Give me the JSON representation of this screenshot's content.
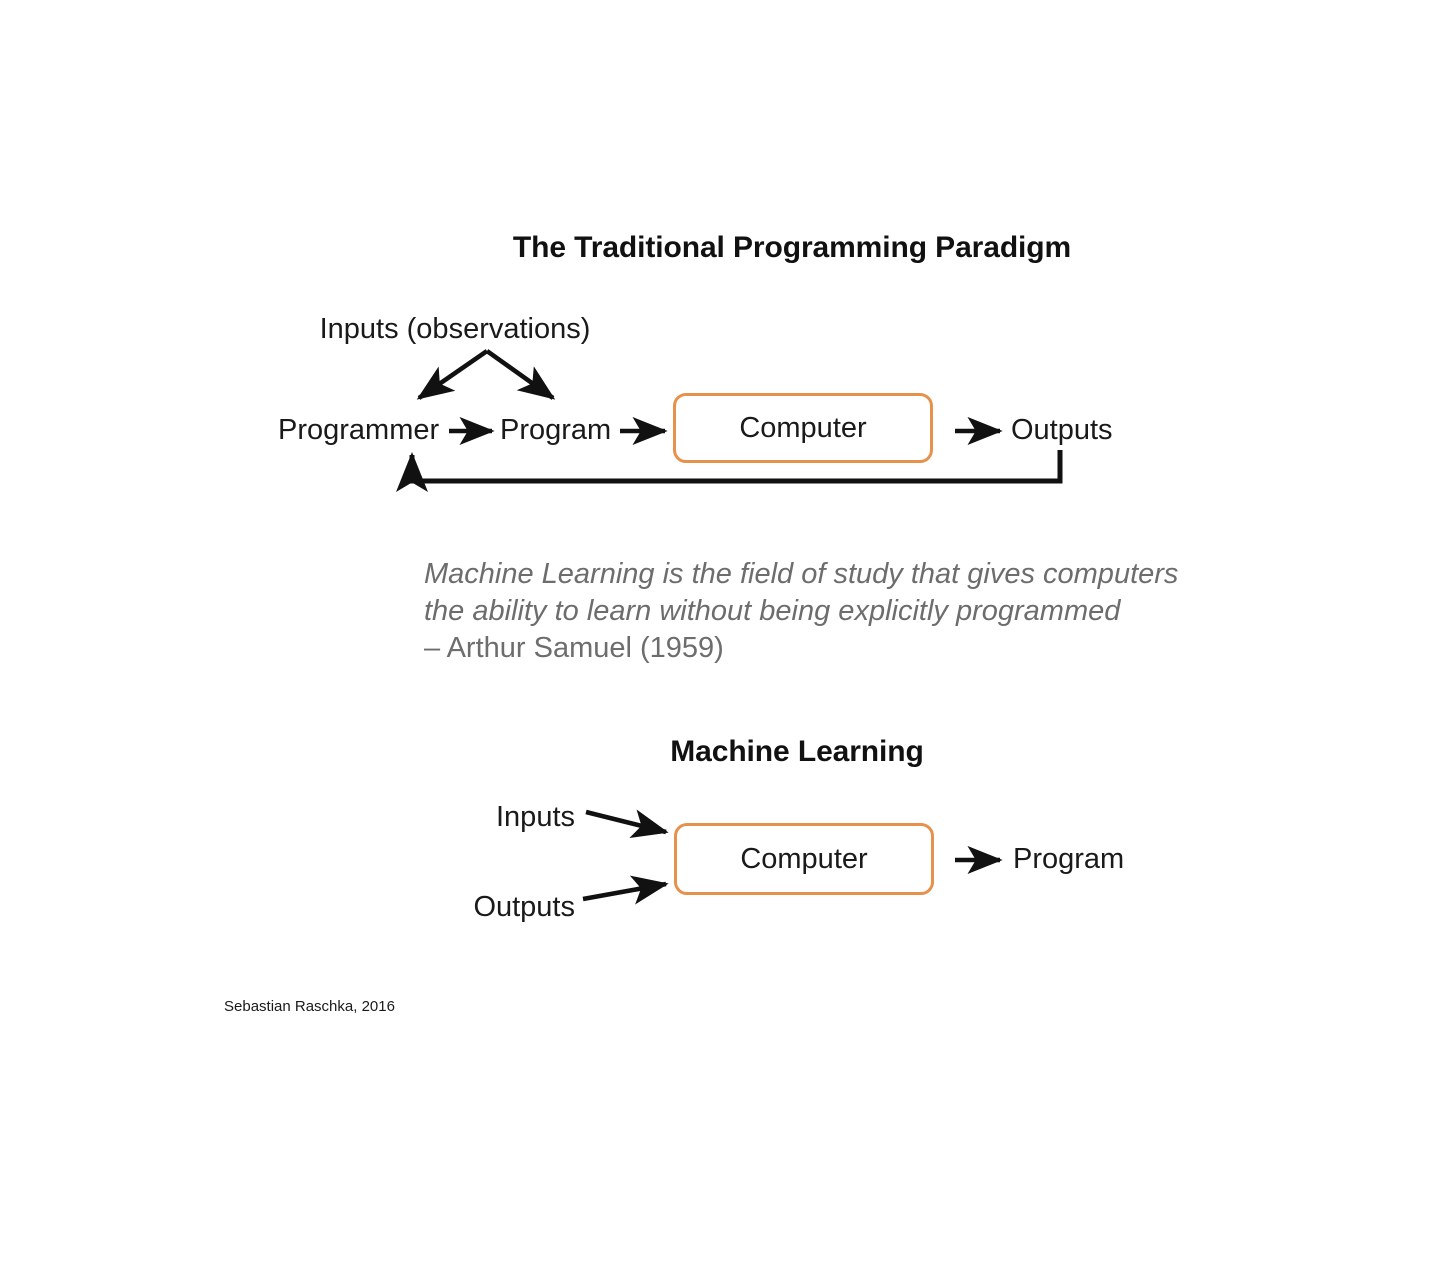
{
  "slide": {
    "background": "#ffffff",
    "accent_color": "#e6914c",
    "text_color": "#1a1a1a",
    "quote_color": "#6d6d6d"
  },
  "traditional": {
    "heading": "The Traditional Programming Paradigm",
    "inputs_label": "Inputs (observations)",
    "programmer_label": "Programmer",
    "program_label": "Program",
    "computer_label": "Computer",
    "outputs_label": "Outputs"
  },
  "quote": {
    "line1": "Machine Learning is the field of study that gives computers",
    "line2": "the ability to learn without being explicitly programmed",
    "attribution": "– Arthur Samuel (1959)"
  },
  "machine_learning": {
    "heading": "Machine Learning",
    "inputs_label": "Inputs",
    "outputs_label": "Outputs",
    "computer_label": "Computer",
    "program_label": "Program"
  },
  "footer": {
    "credit": "Sebastian Raschka, 2016"
  }
}
